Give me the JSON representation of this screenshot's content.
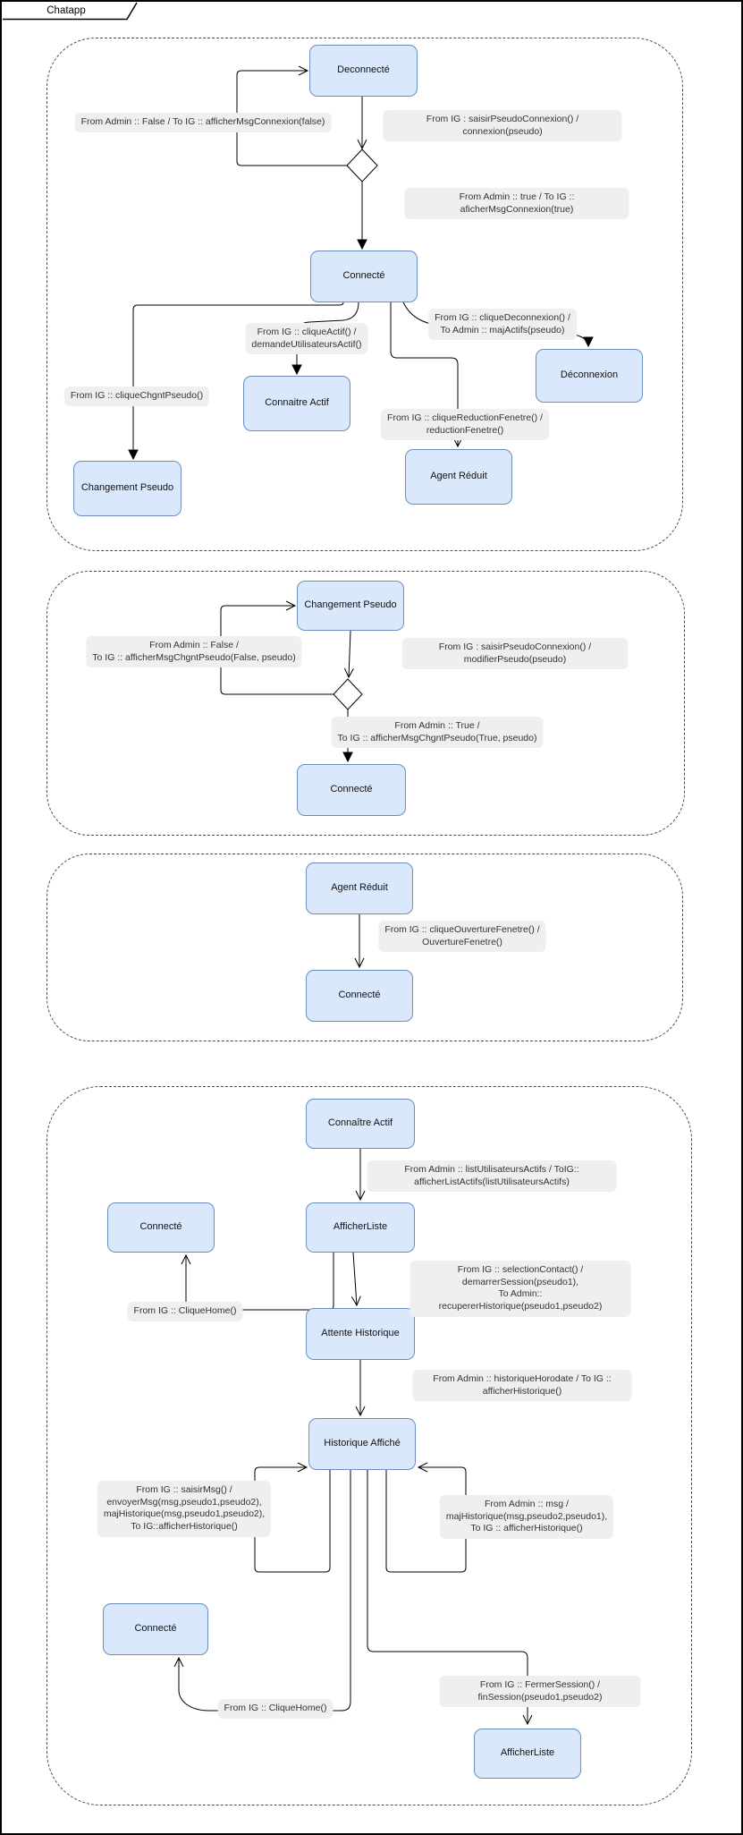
{
  "diagram_title": "Chatapp",
  "colors": {
    "state_fill": "#dae8fc",
    "state_border": "#6c8ebf",
    "label_bg": "#efefef",
    "edge": "#000000"
  },
  "states": {
    "s1_deconnecte": "Deconnecté",
    "s1_connecte": "Connecté",
    "s1_connaitre_actif": "Connaitre Actif",
    "s1_changement_pseudo": "Changement Pseudo",
    "s1_agent_reduit": "Agent Réduit",
    "s1_deconnexion": "Déconnexion",
    "s2_changement_pseudo": "Changement Pseudo",
    "s2_connecte": "Connecté",
    "s3_agent_reduit": "Agent Réduit",
    "s3_connecte": "Connecté",
    "s4_connaitre_actif": "Connaître Actif",
    "s4_afficher_liste": "AfficherListe",
    "s4_connecte": "Connecté",
    "s4_attente_historique": "Attente Historique",
    "s4_historique_affiche": "Historique Affiché",
    "s4_connecte_bas": "Connecté",
    "s4_afficher_liste_fin": "AfficherListe"
  },
  "transitions": {
    "t_connexion_false": "From Admin :: False / To IG :: afficherMsgConnexion(false)",
    "t_connexion_attempt": "From IG : saisirPseudoConnexion() / connexion(pseudo)",
    "t_connexion_true": "From Admin :: true / To IG :: aficherMsgConnexion(true)",
    "t_clique_actif": "From IG :: cliqueActif() /\ndemandeUtilisateursActif()",
    "t_clique_chgnt_pseudo": "From IG :: cliqueChgntPseudo()",
    "t_clique_deconnexion": "From IG :: cliqueDeconnexion() /\nTo Admin :: majActifs(pseudo)",
    "t_clique_reduction": "From IG :: cliqueReductionFenetre() /\nreductionFenetre()",
    "t_chgnt_false": "From Admin :: False /\nTo IG :: afficherMsgChgntPseudo(False, pseudo)",
    "t_modifier_pseudo": "From IG : saisirPseudoConnexion() / modifierPseudo(pseudo)",
    "t_chgnt_true": "From Admin :: True /\nTo IG :: afficherMsgChgntPseudo(True, pseudo)",
    "t_clique_ouverture": "From IG :: cliqueOuvertureFenetre() /\nOuvertureFenetre()",
    "t_list_actifs": "From Admin :: listUtilisateursActifs / ToIG:: afficherListActifs(listUtilisateursActifs)",
    "t_selection_contact": "From IG :: selectionContact() / demarrerSession(pseudo1),\nTo Admin:: recupererHistorique(pseudo1,pseudo2)",
    "t_clique_home_liste": "From IG :: CliqueHome()",
    "t_historique_horodate": "From Admin :: historiqueHorodate / To IG :: afficherHistorique()",
    "t_saisir_msg": "From IG :: saisirMsg() /\nenvoyerMsg(msg,pseudo1,pseudo2),\nmajHistorique(msg,pseudo1,pseudo2),\nTo IG::afficherHistorique()",
    "t_msg_admin": "From Admin :: msg /\nmajHistorique(msg,pseudo2,pseudo1),\nTo IG :: afficherHistorique()",
    "t_clique_home_historique": "From IG :: CliqueHome()",
    "t_fermer_session": "From IG :: FermerSession() / finSession(pseudo1,pseudo2)"
  }
}
